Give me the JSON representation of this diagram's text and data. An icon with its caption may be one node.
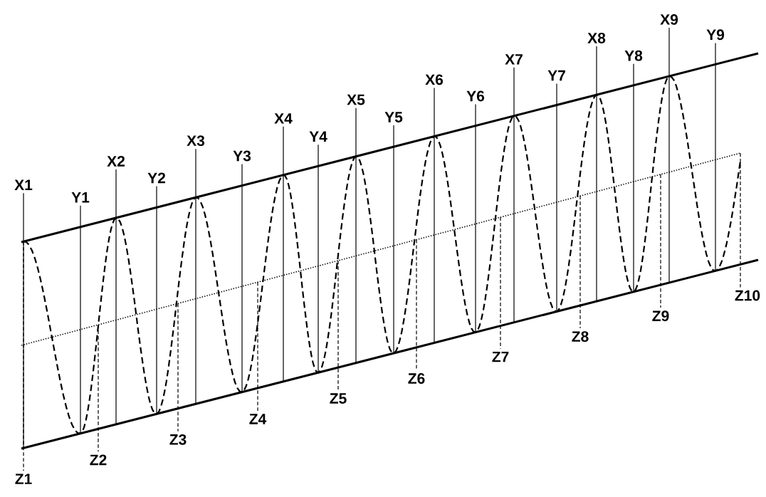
{
  "diagram": {
    "labels": [
      "X1",
      "X2",
      "X3",
      "X4",
      "X5",
      "X6",
      "X7",
      "X8",
      "X9",
      "Y1",
      "Y2",
      "Y3",
      "Y4",
      "Y5",
      "Y6",
      "Y7",
      "Y8",
      "Y9",
      "Z1",
      "Z2",
      "Z3",
      "Z4",
      "Z5",
      "Z6",
      "Z7",
      "Z8",
      "Z9",
      "Z10"
    ]
  }
}
